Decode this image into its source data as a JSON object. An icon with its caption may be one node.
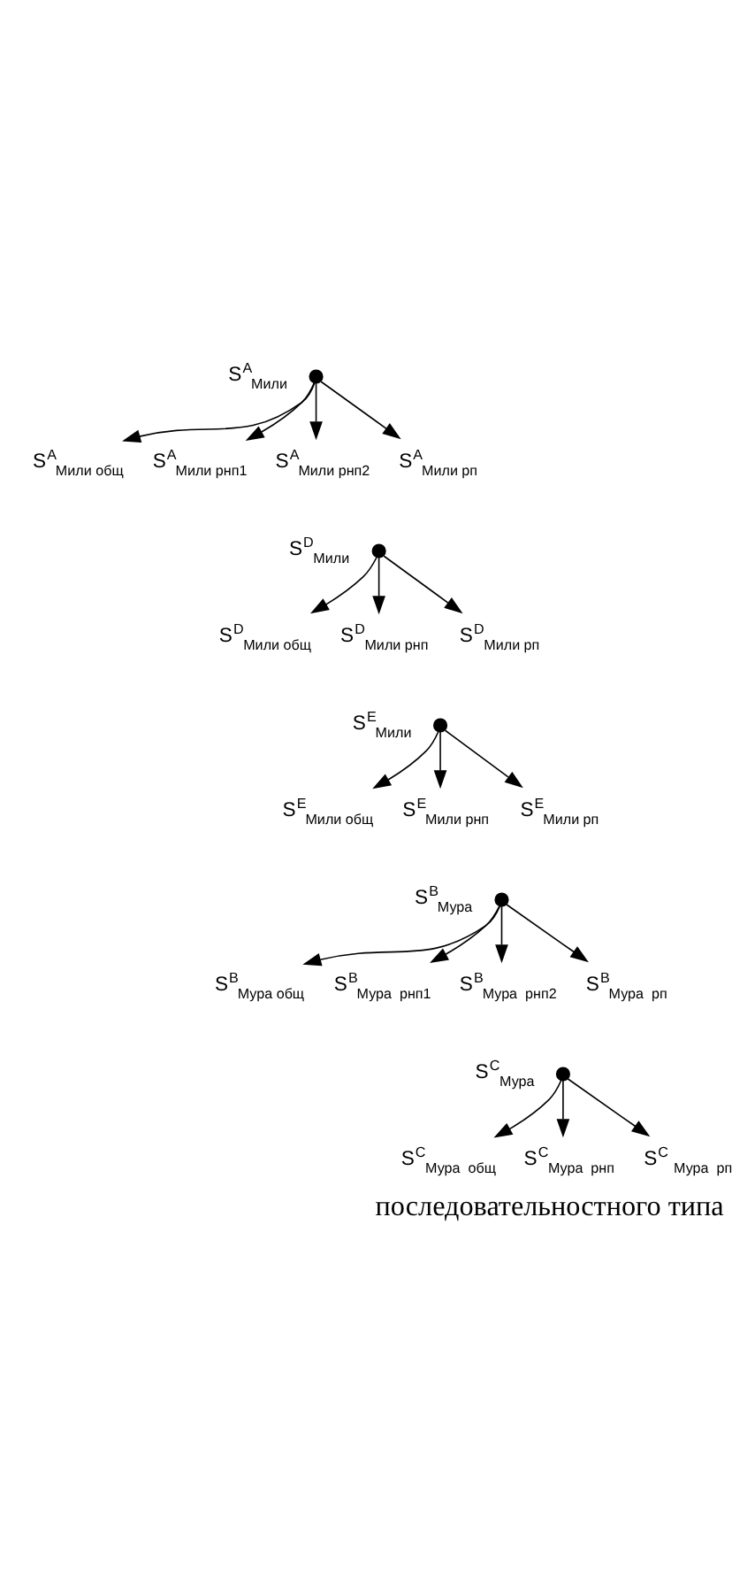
{
  "diagram": {
    "caption": "последовательностного типа",
    "nodes": [
      {
        "text": [],
        "shape": "circle",
        "beside": [
          "S$^{A}$$_{Мили}$"
        ]
      },
      {
        "text": [
          "S$^{A}$$_{Мили общ}$"
        ]
      },
      {
        "text": [
          "S$^{A}$$_{Мили рнп1}$"
        ]
      },
      {
        "text": [
          "S$^{A}$$_{Мили рнп2}$"
        ]
      },
      {
        "text": [
          "S$^{A}$$_{Мили рп}$"
        ]
      },
      {
        "text": [],
        "shape": "circle",
        "beside": [
          "S$^{D}$$_{Мили}$"
        ]
      },
      {
        "text": [
          "S$^{D}$$_{Мили общ}$"
        ]
      },
      {
        "text": [
          "S$^{D}$$_{Мили рнп}$"
        ]
      },
      {
        "text": [
          "S$^{D}$$_{Мили рп}$"
        ]
      },
      {
        "text": [],
        "shape": "circle",
        "beside": [
          "S$^{E}$$_{Мили}$"
        ]
      },
      {
        "text": [
          "S$^{E}$$_{Мили общ}$"
        ]
      },
      {
        "text": [
          "S$^{E}$$_{Мили рнп}$"
        ]
      },
      {
        "text": [
          "S$^{E}$$_{Мили рп}$"
        ]
      },
      {
        "text": [],
        "shape": "circle",
        "beside": [
          "S$^{B}$$_{Мура}$"
        ]
      },
      {
        "text": [
          "S$^{B}$$_{Мура общ}$"
        ]
      },
      {
        "text": [
          "S$^{B}$$_{Мура  рнп1}$"
        ]
      },
      {
        "text": [
          "S$^{B}$$_{Мура  рнп2}$"
        ]
      },
      {
        "text": [
          "S$^{B}$$_{Мура  рп}$"
        ]
      },
      {
        "text": [],
        "shape": "circle",
        "beside": [
          "S$^{C}$$_{Мура}$"
        ]
      },
      {
        "text": [
          "S$^{C}$$_{Мура  общ}$"
        ]
      },
      {
        "text": [
          "S$^{C}$$_{Мура  рнп}$"
        ]
      },
      {
        "text": [
          "S$^{C}$ $_{Мура  рп}$"
        ]
      }
    ],
    "edges": [
      {
        "from": 0,
        "to": 1,
        "arrow": "to"
      },
      {
        "from": 0,
        "to": 2,
        "arrow": "to"
      },
      {
        "from": 0,
        "to": 3,
        "arrow": "to"
      },
      {
        "from": 0,
        "to": 4,
        "arrow": "to"
      },
      {
        "from": 5,
        "to": 6,
        "arrow": "to"
      },
      {
        "from": 5,
        "to": 7,
        "arrow": "to"
      },
      {
        "from": 5,
        "to": 8,
        "arrow": "to"
      },
      {
        "from": 9,
        "to": 10,
        "arrow": "to"
      },
      {
        "from": 9,
        "to": 11,
        "arrow": "to"
      },
      {
        "from": 9,
        "to": 12,
        "arrow": "to"
      },
      {
        "from": 13,
        "to": 14,
        "arrow": "to"
      },
      {
        "from": 13,
        "to": 15,
        "arrow": "to"
      },
      {
        "from": 13,
        "to": 16,
        "arrow": "to"
      },
      {
        "from": 13,
        "to": 17,
        "arrow": "to"
      },
      {
        "from": 18,
        "to": 19,
        "arrow": "to"
      },
      {
        "from": 18,
        "to": 20,
        "arrow": "to"
      },
      {
        "from": 18,
        "to": 21,
        "arrow": "to"
      }
    ]
  }
}
